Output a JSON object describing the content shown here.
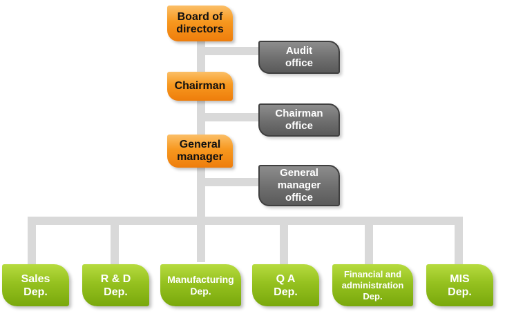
{
  "executive": {
    "board": {
      "line1": "Board of",
      "line2": "directors"
    },
    "chairman": {
      "line1": "Chairman"
    },
    "general_manager": {
      "line1": "General",
      "line2": "manager"
    }
  },
  "offices": {
    "audit": {
      "line1": "Audit",
      "line2": "office"
    },
    "chairman": {
      "line1": "Chairman",
      "line2": "office"
    },
    "general_manager": {
      "line1": "General",
      "line2": "manager",
      "line3": "office"
    }
  },
  "departments": [
    {
      "line1": "Sales",
      "line2": "Dep."
    },
    {
      "line1": "R & D",
      "line2": "Dep."
    },
    {
      "line1": "Manufacturing",
      "line2": "Dep."
    },
    {
      "line1": "Q A",
      "line2": "Dep."
    },
    {
      "line1": "Financial and",
      "line2": "administration",
      "line3": "Dep."
    },
    {
      "line1": "MIS",
      "line2": "Dep."
    }
  ],
  "colors": {
    "executive": "#f7981f",
    "office": "#6e6e6e",
    "department": "#95c11f",
    "connector": "#d9d9d9"
  }
}
